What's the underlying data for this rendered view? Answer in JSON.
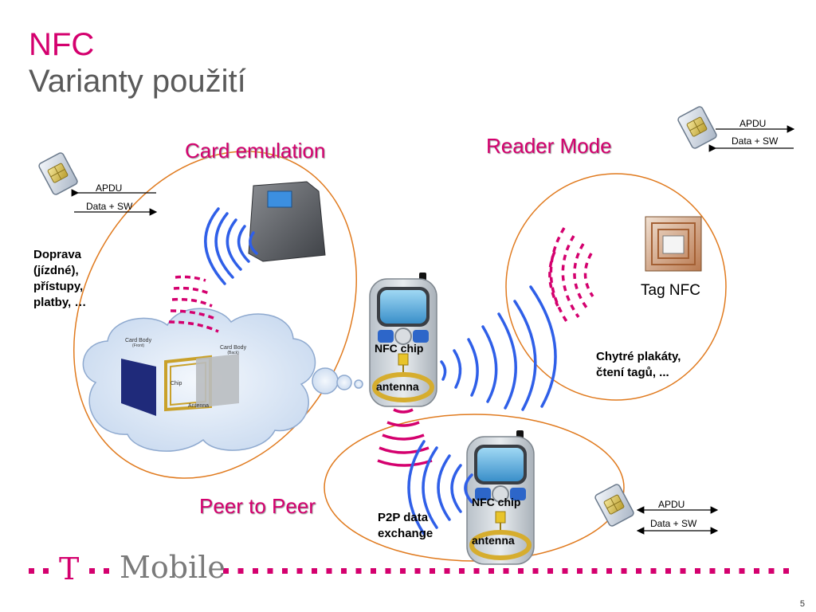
{
  "title": {
    "line1": "NFC",
    "line2": "Varianty použití"
  },
  "modes": {
    "card_emulation": "Card emulation",
    "reader_mode": "Reader Mode",
    "peer_to_peer": "Peer to Peer"
  },
  "card_emulation_desc": [
    "Doprava",
    "(jízdné),",
    "přístupy,",
    "platby, …"
  ],
  "reader_desc": [
    "Chytré plakáty,",
    "čtení tagů, ..."
  ],
  "p2p_desc": [
    "P2P data",
    "exchange"
  ],
  "tag_label": "Tag NFC",
  "phone_labels": {
    "chip": "NFC chip",
    "antenna": "antenna"
  },
  "apdu_labels": {
    "apdu": "APDU",
    "response": "Data + SW"
  },
  "card_diagram": {
    "front": "Card Body",
    "front_sub": "(Front)",
    "back": "Card Body",
    "back_sub": "(Back)",
    "chip": "Chip",
    "antenna": "Antenna"
  },
  "footer": {
    "logo_t": "T",
    "logo_text": "Mobile"
  },
  "page_number": "5",
  "colors": {
    "magenta": "#d4006e",
    "wave_blue": "#2f5fe8",
    "orbit_orange": "#e07a1e"
  },
  "icons": [
    "sim-card-icon",
    "card-reader-icon",
    "mobile-phone-icon",
    "nfc-tag-icon",
    "thought-cloud-icon"
  ]
}
